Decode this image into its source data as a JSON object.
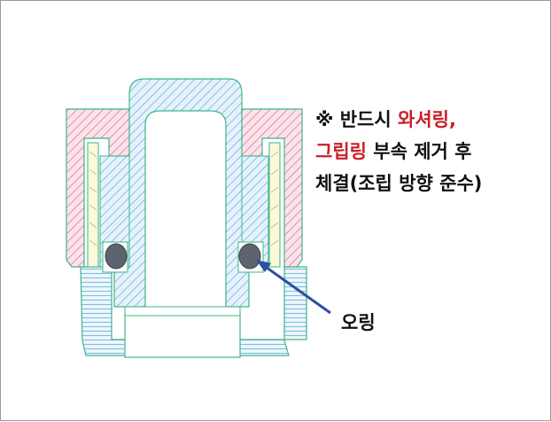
{
  "note": {
    "line1_prefix": "※ 반드시 ",
    "line1_highlight": "와셔링,",
    "line2_highlight": "그립링",
    "line2_suffix": " 부속 제거 후",
    "line3": "체결(조립 방향 준수)"
  },
  "callout": {
    "label": "오링"
  },
  "colors": {
    "highlight_text": "#c8202c",
    "washer_hatch": "#e06a8c",
    "body_hatch": "#5aa6d8",
    "outline": "#3fb58a",
    "oring": "#5c6470",
    "arrow": "#2f4fa0"
  }
}
